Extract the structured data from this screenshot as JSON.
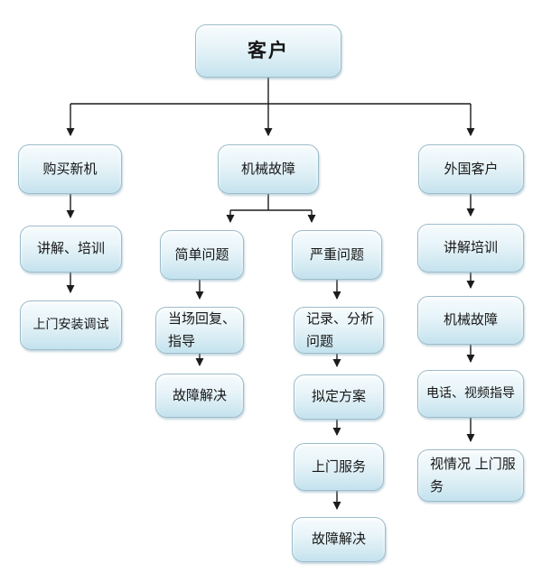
{
  "appearance": {
    "background": "#ffffff",
    "node_fill_top": "#f6fbfd",
    "node_fill_bottom": "#c3e2ee",
    "node_border": "#9cbcca",
    "connector_color": "#1c1c1c",
    "text_color": "#161616"
  },
  "nodes": {
    "customer": {
      "label": "客户"
    },
    "buy_new_machine": {
      "label": "购买新机"
    },
    "mechanical_failure": {
      "label": "机械故障"
    },
    "foreign_customer": {
      "label": "外国客户"
    },
    "explain_training_left": {
      "label": "讲解、培训"
    },
    "onsite_install_debug": {
      "label": "上门安装调试"
    },
    "simple_problem": {
      "label": "简单问题"
    },
    "serious_problem": {
      "label": "严重问题"
    },
    "onsite_reply_guide": {
      "label": "当场回复、指导"
    },
    "fault_solved_simple": {
      "label": "故障解决"
    },
    "record_analyze_problem": {
      "label": "记录、分析问题"
    },
    "draft_plan": {
      "label": "拟定方案"
    },
    "onsite_service": {
      "label": "上门服务"
    },
    "fault_solved_serious": {
      "label": "故障解决"
    },
    "explain_training_right": {
      "label": "讲解培训"
    },
    "mechanical_failure_right": {
      "label": "机械故障"
    },
    "phone_video_guide": {
      "label": "电话、视频指导"
    },
    "situational_onsite_service": {
      "label": "视情况 上门服务"
    }
  },
  "edges": [
    {
      "from": "customer",
      "to": "buy_new_machine"
    },
    {
      "from": "customer",
      "to": "mechanical_failure"
    },
    {
      "from": "customer",
      "to": "foreign_customer"
    },
    {
      "from": "buy_new_machine",
      "to": "explain_training_left"
    },
    {
      "from": "explain_training_left",
      "to": "onsite_install_debug"
    },
    {
      "from": "mechanical_failure",
      "to": "simple_problem"
    },
    {
      "from": "mechanical_failure",
      "to": "serious_problem"
    },
    {
      "from": "simple_problem",
      "to": "onsite_reply_guide"
    },
    {
      "from": "onsite_reply_guide",
      "to": "fault_solved_simple"
    },
    {
      "from": "serious_problem",
      "to": "record_analyze_problem"
    },
    {
      "from": "record_analyze_problem",
      "to": "draft_plan"
    },
    {
      "from": "draft_plan",
      "to": "onsite_service"
    },
    {
      "from": "onsite_service",
      "to": "fault_solved_serious"
    },
    {
      "from": "foreign_customer",
      "to": "explain_training_right"
    },
    {
      "from": "explain_training_right",
      "to": "mechanical_failure_right"
    },
    {
      "from": "mechanical_failure_right",
      "to": "phone_video_guide"
    },
    {
      "from": "phone_video_guide",
      "to": "situational_onsite_service"
    }
  ]
}
